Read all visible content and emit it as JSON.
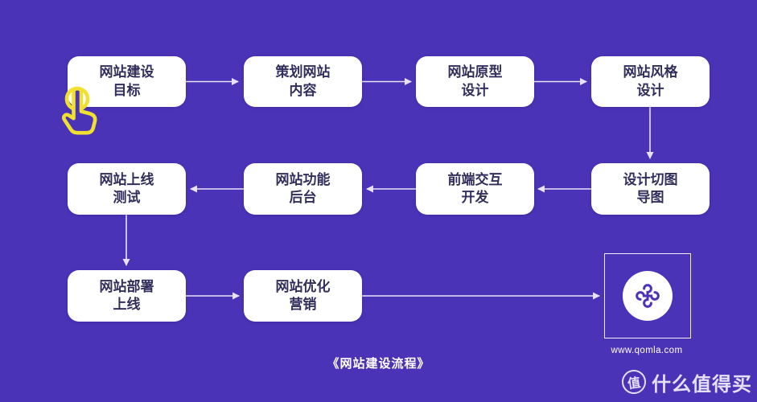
{
  "page": {
    "caption": "《网站建设流程》",
    "background_color": "#4B33B8"
  },
  "flow": {
    "nodes": [
      {
        "id": "goal",
        "line1": "网站建设",
        "line2": "目标"
      },
      {
        "id": "plan",
        "line1": "策划网站",
        "line2": "内容"
      },
      {
        "id": "prototype",
        "line1": "网站原型",
        "line2": "设计"
      },
      {
        "id": "style",
        "line1": "网站风格",
        "line2": "设计"
      },
      {
        "id": "testing",
        "line1": "网站上线",
        "line2": "测试"
      },
      {
        "id": "backend",
        "line1": "网站功能",
        "line2": "后台"
      },
      {
        "id": "frontend",
        "line1": "前端交互",
        "line2": "开发"
      },
      {
        "id": "slicing",
        "line1": "设计切图",
        "line2": "导图"
      },
      {
        "id": "deploy",
        "line1": "网站部署",
        "line2": "上线"
      },
      {
        "id": "marketing",
        "line1": "网站优化",
        "line2": "营销"
      }
    ],
    "connections": [
      "goal→plan",
      "plan→prototype",
      "prototype→style",
      "style↓slicing",
      "slicing→frontend",
      "frontend→backend",
      "backend→testing",
      "testing↓deploy",
      "deploy→marketing",
      "marketing→logo"
    ]
  },
  "logo": {
    "site_url": "www.qomla.com"
  },
  "watermark": {
    "icon_char": "值",
    "text": "什么值得买"
  },
  "colors": {
    "background": "#4B33B8",
    "node_fill": "#FFFFFF",
    "node_text": "#322E5C",
    "connector": "#EFEDFB",
    "hand_yellow": "#F0E02F"
  }
}
